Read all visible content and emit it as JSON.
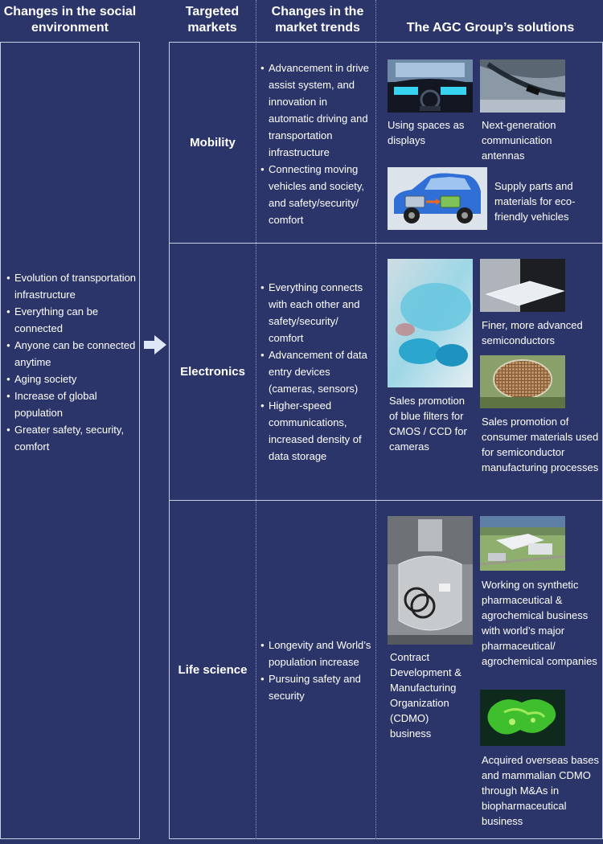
{
  "headers": {
    "social": "Changes in the social environment",
    "markets": "Targeted markets",
    "trends": "Changes in the market trends",
    "solutions": "The AGC Group’s solutions"
  },
  "social_items": [
    "Evolution of transportation infrastructure",
    "Everything can be connected",
    "Anyone can be connected anytime",
    "Aging society",
    "Increase of global population",
    "Greater safety, security, comfort"
  ],
  "markets": [
    {
      "name": "Mobility",
      "trends": [
        "Advancement in drive assist system, and innovation in automatic driving and transportation infrastructure",
        "Connecting moving vehicles and society, and safety/security/ comfort"
      ],
      "solutions": [
        {
          "caption": "Using spaces as displays",
          "icon": "car-interior-display-photo"
        },
        {
          "caption": "Next-generation communication antennas",
          "icon": "windshield-antenna-photo"
        },
        {
          "caption": "Supply parts and materials for eco-friendly vehicles",
          "icon": "eco-vehicle-illustration"
        }
      ]
    },
    {
      "name": "Electronics",
      "trends": [
        "Everything connects with each other and safety/security/ comfort",
        "Advancement of data entry devices (cameras, sensors)",
        "Higher-speed communications, increased density of data storage"
      ],
      "solutions": [
        {
          "caption": "Sales promotion of blue filters for CMOS / CCD for cameras",
          "icon": "blue-filter-photo"
        },
        {
          "caption": "Finer, more advanced semiconductors",
          "icon": "glass-wafer-photo"
        },
        {
          "caption": "Sales promotion of consumer materials used for semiconductor manufacturing processes",
          "icon": "semiconductor-wafer-photo"
        }
      ]
    },
    {
      "name": "Life science",
      "trends": [
        "Longevity and World’s population increase",
        "Pursuing safety and security"
      ],
      "solutions": [
        {
          "caption": "Contract Development & Manufacturing Organization (CDMO) business",
          "icon": "reactor-vessel-photo"
        },
        {
          "caption": "Working on synthetic pharmaceutical & agrochemical business with world’s major pharmaceutical/ agrochemical companies",
          "icon": "factory-aerial-photo"
        },
        {
          "caption": "Acquired overseas bases and mammalian CDMO through M&As in biopharmaceutical business",
          "icon": "green-cell-photo"
        }
      ]
    }
  ],
  "colors": {
    "background": "#2c3569",
    "border": "#c9cee3",
    "text": "#ffffff"
  }
}
